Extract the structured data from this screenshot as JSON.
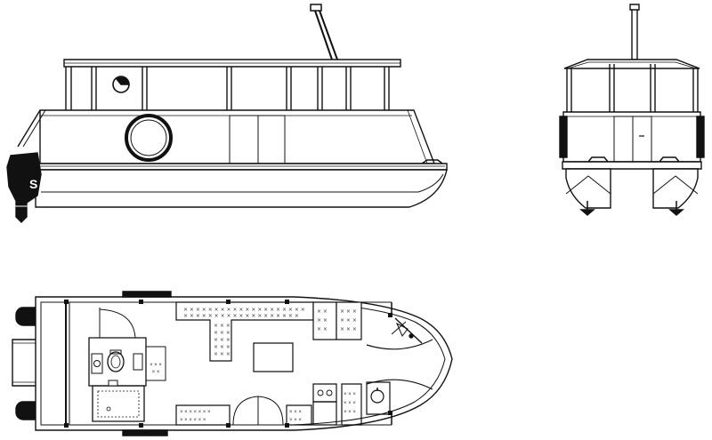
{
  "drawing": {
    "views": [
      "side-elevation",
      "front-elevation",
      "deck-plan"
    ],
    "motor_decal": "S",
    "colors": {
      "ink": "#111111",
      "paper": "#ffffff",
      "hatch": "#333333"
    }
  }
}
